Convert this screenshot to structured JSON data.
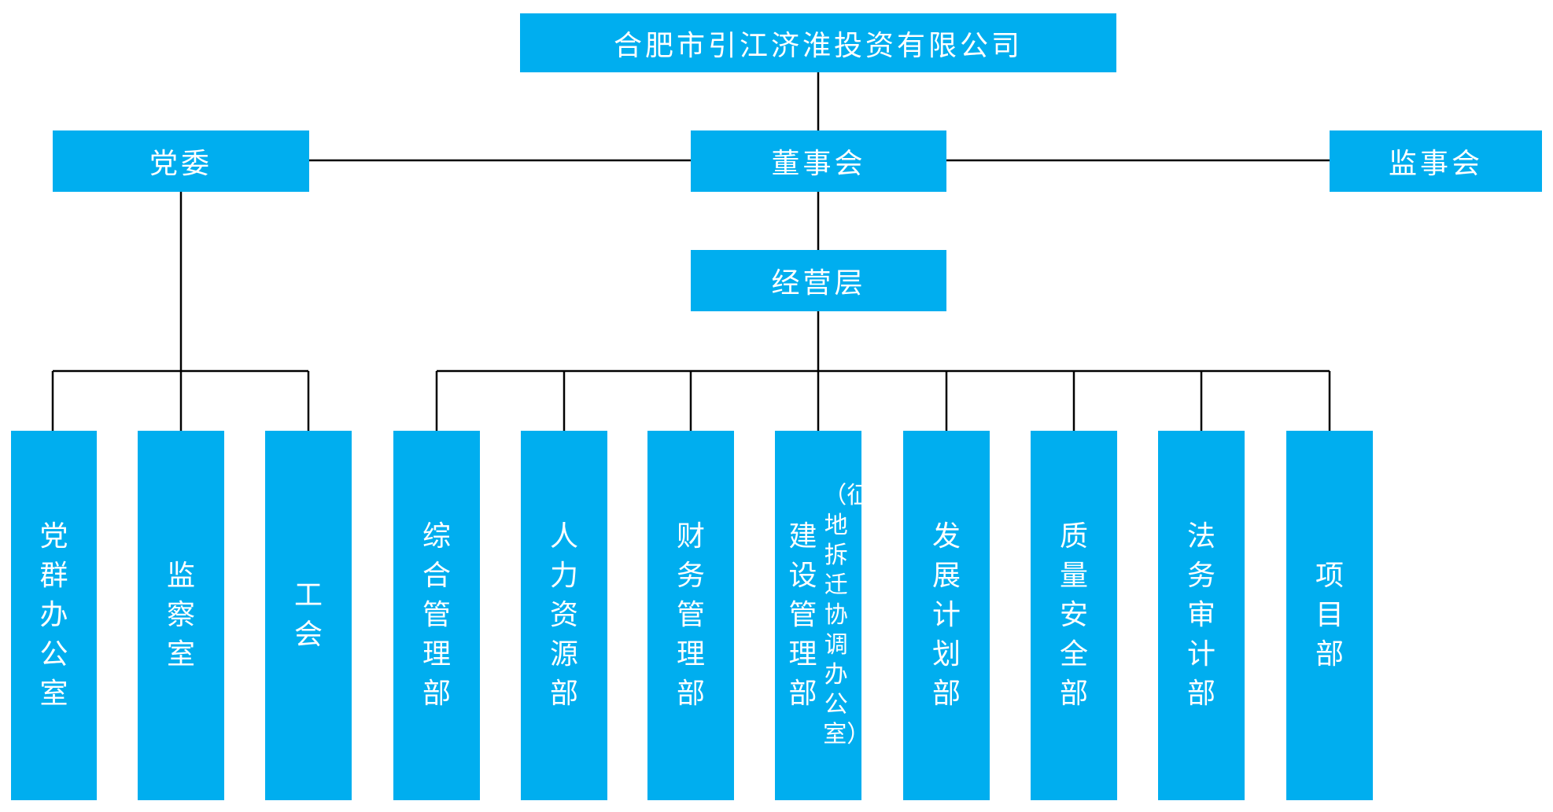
{
  "colors": {
    "box_fill": "#00aeef",
    "box_text": "#ffffff",
    "line": "#000000"
  },
  "company": "合肥市引江济淮投资有限公司",
  "level1": {
    "left": "党委",
    "center": "董事会",
    "right": "监事会"
  },
  "management": "经营层",
  "party_departments": [
    "党群办公室",
    "监察室",
    "工会"
  ],
  "business_departments": [
    "综合管理部",
    "人力资源部",
    "财务管理部",
    "建设管理部",
    "发展计划部",
    "质量安全部",
    "法务审计部",
    "项目部"
  ],
  "construction_note": "（征地拆迁协调办公室）"
}
